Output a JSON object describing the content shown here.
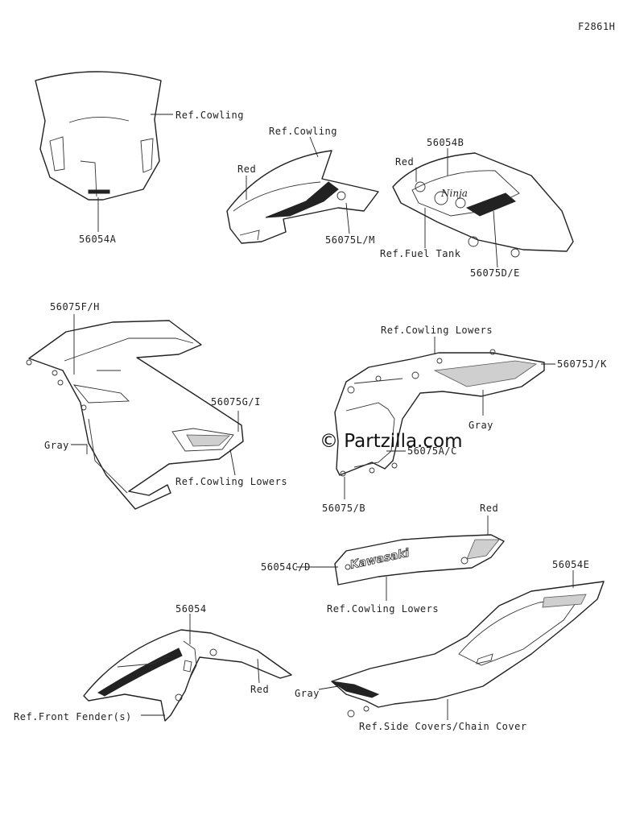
{
  "figure_code": "F2861H",
  "watermark": "© Partzilla.com",
  "labels": {
    "ref_cowling_1": "Ref.Cowling",
    "part_56054A": "56054A",
    "ref_cowling_2": "Ref.Cowling",
    "red_cowling": "Red",
    "part_56075LM": "56075L/M",
    "part_56054B": "56054B",
    "red_tank": "Red",
    "ref_fuel_tank": "Ref.Fuel Tank",
    "part_56075DE": "56075D/E",
    "part_56075FH": "56075F/H",
    "part_56075GI": "56075G/I",
    "gray_left": "Gray",
    "ref_cowling_lowers_1": "Ref.Cowling Lowers",
    "ref_cowling_lowers_2": "Ref.Cowling Lowers",
    "part_56075JK": "56075J/K",
    "gray_right": "Gray",
    "part_56075AC": "56075A/C",
    "part_56075B": "56075/B",
    "red_lower": "Red",
    "part_56054CD": "56054C/D",
    "ref_cowling_lowers_3": "Ref.Cowling Lowers",
    "part_56054": "56054",
    "red_fender": "Red",
    "ref_front_fender": "Ref.Front Fender(s)",
    "part_56054E": "56054E",
    "gray_side": "Gray",
    "ref_side_covers": "Ref.Side Covers/Chain Cover"
  }
}
